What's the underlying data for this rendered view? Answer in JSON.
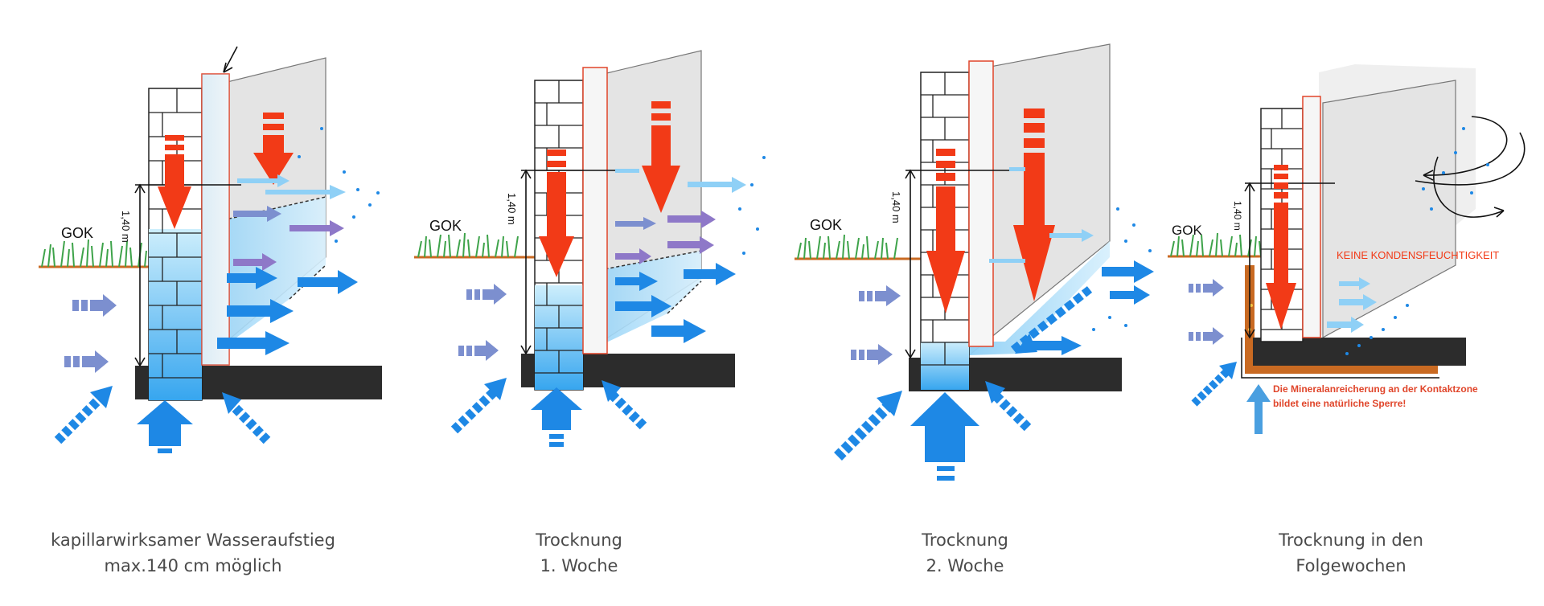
{
  "labels": {
    "ground_level": "GOK",
    "height_marker": "1,40 m",
    "no_condensation": "KEINE KONDENSFEUCHTIGKEIT",
    "mineral_note_1": "Die Mineralanreicherung an der Kontaktzone",
    "mineral_note_2": "bildet eine natürliche Sperre!"
  },
  "panels": [
    {
      "caption_line1": "kapillarwirksamer Wasseraufstieg",
      "caption_line2": "max.140 cm möglich"
    },
    {
      "caption_line1": "Trocknung",
      "caption_line2": "1. Woche"
    },
    {
      "caption_line1": "Trocknung",
      "caption_line2": "2. Woche"
    },
    {
      "caption_line1": "Trocknung in den",
      "caption_line2": "Folgewochen"
    }
  ],
  "colors": {
    "red": "#f23a17",
    "blue": "#1e88e5",
    "light_blue": "#9fd6f5",
    "purple": "#8e78c8",
    "slate": "#7c8fcf",
    "dark": "#2c2c2c",
    "grass": "#3ea34a",
    "ground": "#c96a22"
  }
}
